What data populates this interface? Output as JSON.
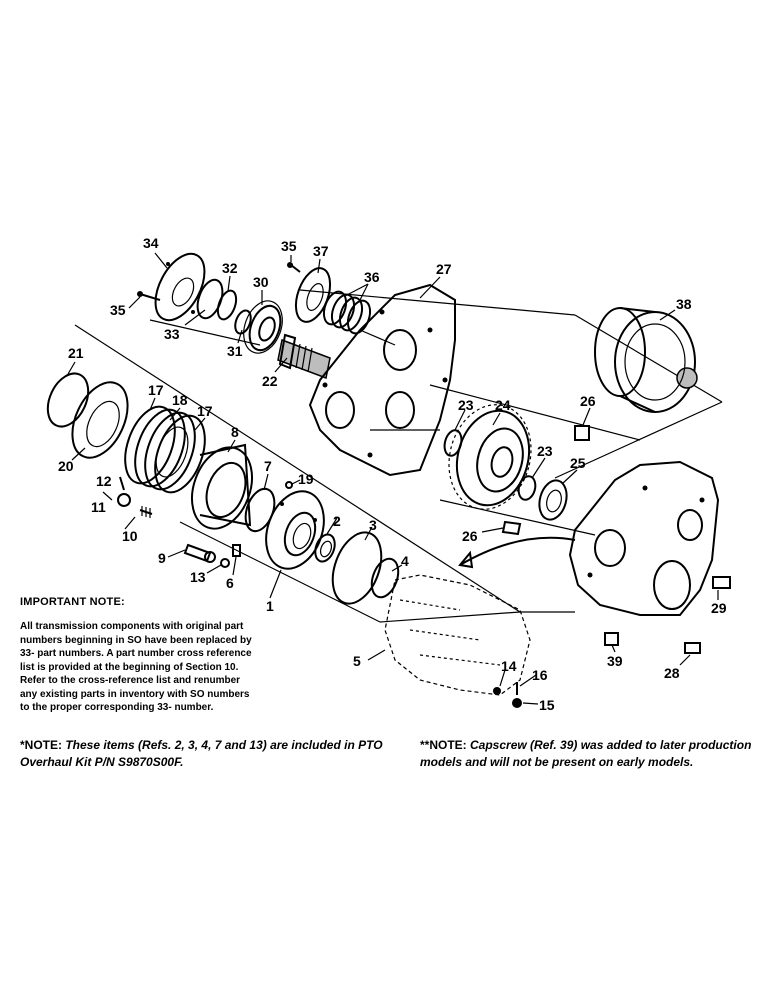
{
  "callouts": [
    {
      "id": "34",
      "text": "34"
    },
    {
      "id": "35a",
      "text": "35"
    },
    {
      "id": "32",
      "text": "32"
    },
    {
      "id": "30",
      "text": "30"
    },
    {
      "id": "35b",
      "text": "35"
    },
    {
      "id": "37",
      "text": "37"
    },
    {
      "id": "36",
      "text": "36"
    },
    {
      "id": "27",
      "text": "27"
    },
    {
      "id": "38",
      "text": "38"
    },
    {
      "id": "33",
      "text": "33"
    },
    {
      "id": "31",
      "text": "31"
    },
    {
      "id": "22",
      "text": "22"
    },
    {
      "id": "21",
      "text": "21"
    },
    {
      "id": "17a",
      "text": "17"
    },
    {
      "id": "18",
      "text": "18"
    },
    {
      "id": "17b",
      "text": "17"
    },
    {
      "id": "8",
      "text": "8"
    },
    {
      "id": "20",
      "text": "20"
    },
    {
      "id": "23a",
      "text": "23"
    },
    {
      "id": "24",
      "text": "24"
    },
    {
      "id": "26a",
      "text": "26"
    },
    {
      "id": "23b",
      "text": "23"
    },
    {
      "id": "25",
      "text": "25"
    },
    {
      "id": "12",
      "text": "12"
    },
    {
      "id": "7",
      "text": "7"
    },
    {
      "id": "19",
      "text": "19"
    },
    {
      "id": "11",
      "text": "11"
    },
    {
      "id": "10",
      "text": "10"
    },
    {
      "id": "2",
      "text": "2"
    },
    {
      "id": "3",
      "text": "3"
    },
    {
      "id": "26b",
      "text": "26"
    },
    {
      "id": "9",
      "text": "9"
    },
    {
      "id": "4",
      "text": "4"
    },
    {
      "id": "13",
      "text": "13"
    },
    {
      "id": "6",
      "text": "6"
    },
    {
      "id": "1",
      "text": "1"
    },
    {
      "id": "29",
      "text": "29"
    },
    {
      "id": "5",
      "text": "5"
    },
    {
      "id": "39",
      "text": "39"
    },
    {
      "id": "14",
      "text": "14"
    },
    {
      "id": "16",
      "text": "16"
    },
    {
      "id": "28",
      "text": "28"
    },
    {
      "id": "15",
      "text": "15"
    }
  ],
  "important_note": {
    "title": "IMPORTANT NOTE:",
    "lines": [
      "All transmission components with original part",
      "numbers beginning in SO have been replaced by",
      "33- part numbers. A part number cross reference",
      "list is provided at the beginning of Section 10.",
      "Refer to the cross-reference list and renumber",
      "any existing parts in inventory with SO numbers",
      "to the proper corresponding 33- number."
    ]
  },
  "note_kit": {
    "label": "*NOTE:",
    "text": " These items (Refs. 2, 3, 4, 7 and 13) are included in PTO Overhaul Kit P/N S9870S00F."
  },
  "note_capscrew": {
    "label": "**NOTE:",
    "text": " Capscrew (Ref. 39) was added to later production models and will not be present on early models."
  }
}
